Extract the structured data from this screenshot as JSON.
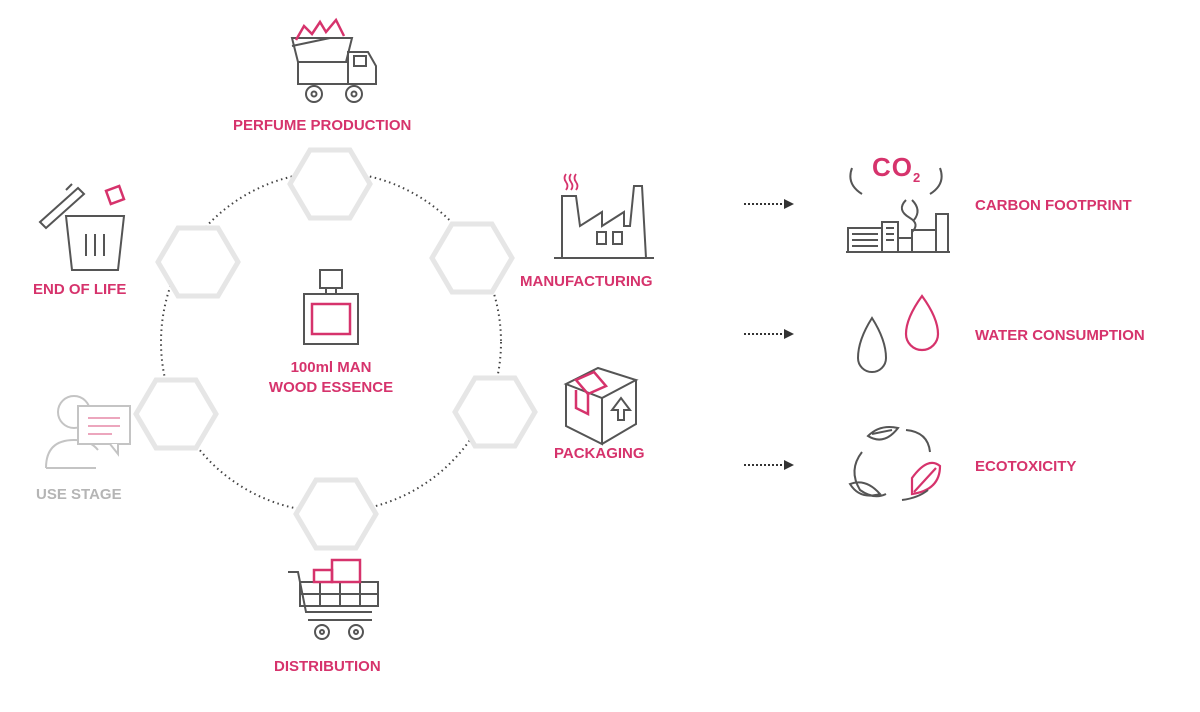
{
  "product": {
    "line1": "100ml MAN",
    "line2": "WOOD ESSENCE"
  },
  "stages": {
    "perfume_production": "PERFUME PRODUCTION",
    "manufacturing": "MANUFACTURING",
    "packaging": "PACKAGING",
    "distribution": "DISTRIBUTION",
    "use_stage": "USE STAGE",
    "end_of_life": "END OF LIFE"
  },
  "impacts": {
    "carbon_footprint": "CARBON FOOTPRINT",
    "water_consumption": "WATER CONSUMPTION",
    "ecotoxicity": "ECOTOXICITY",
    "co2_symbol": "CO",
    "co2_subscript": "2"
  },
  "colors": {
    "accent": "#d6336c",
    "icon": "#555555",
    "hexagon": "#e6e6e6",
    "muted": "#b5b5b5"
  }
}
